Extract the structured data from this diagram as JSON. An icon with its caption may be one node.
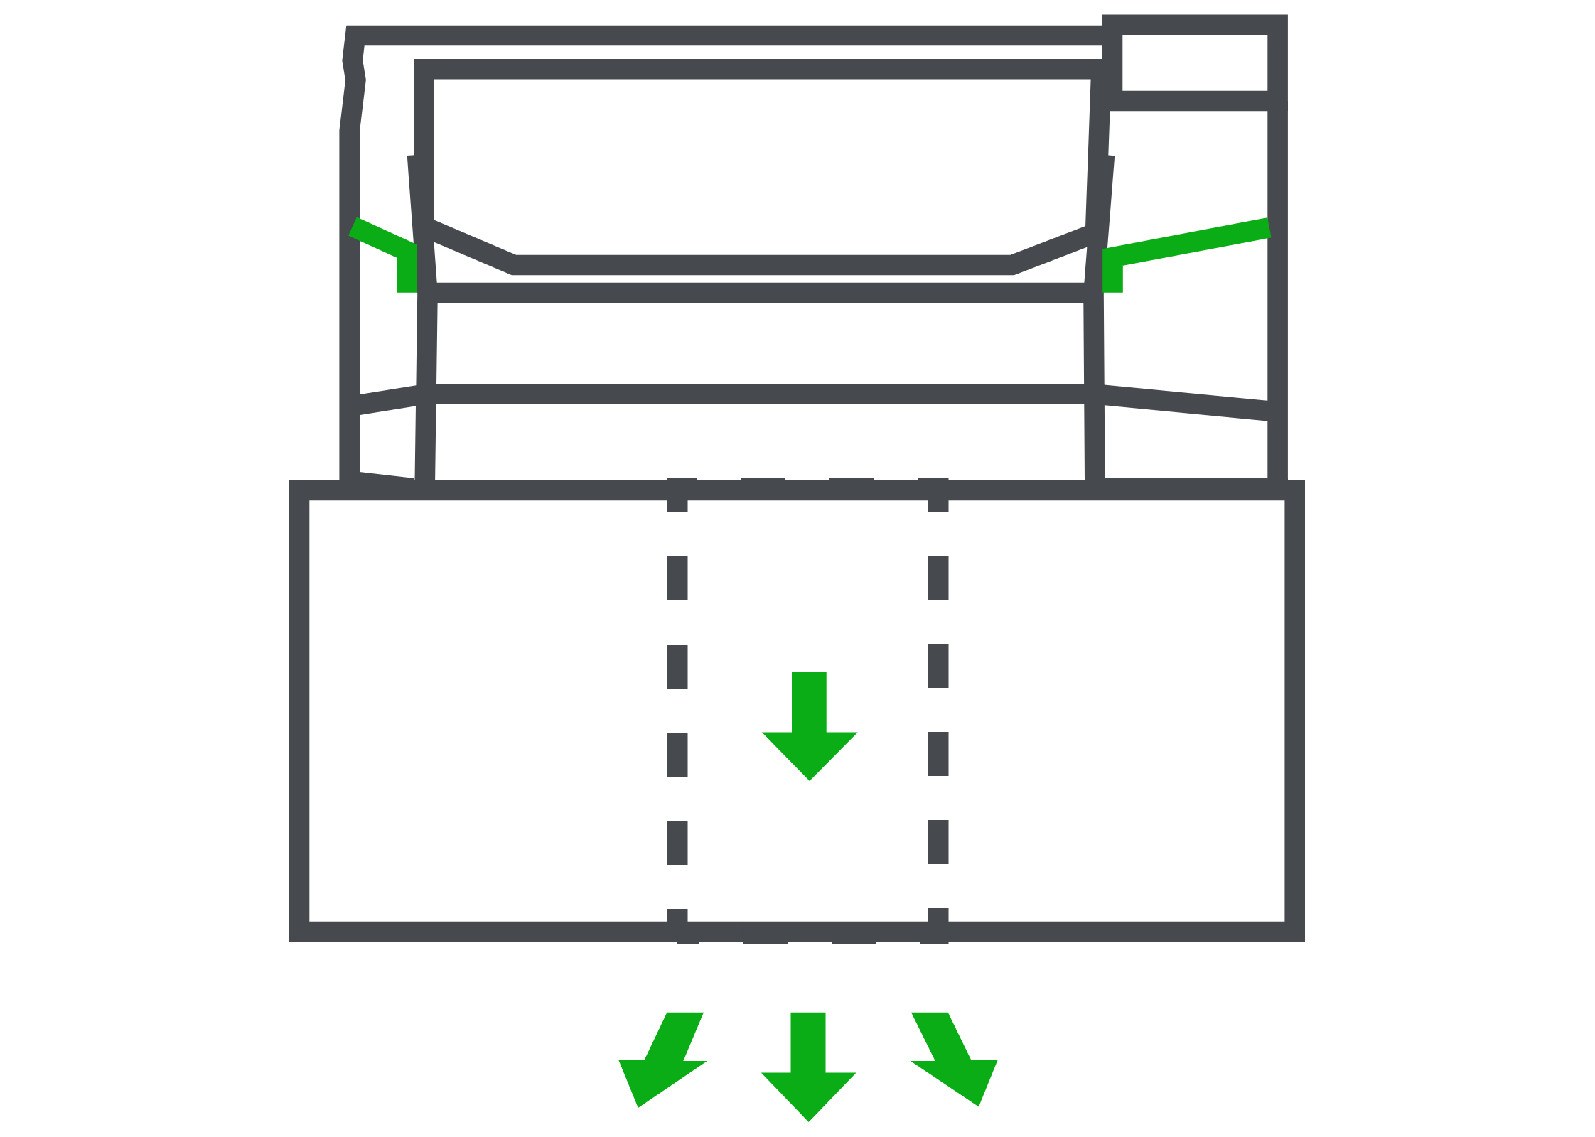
{
  "diagram": {
    "nodes": [
      {
        "text": [],
        "shape": "box"
      },
      {
        "text": [],
        "shape": "box",
        "in": 0
      }
    ]
  }
}
